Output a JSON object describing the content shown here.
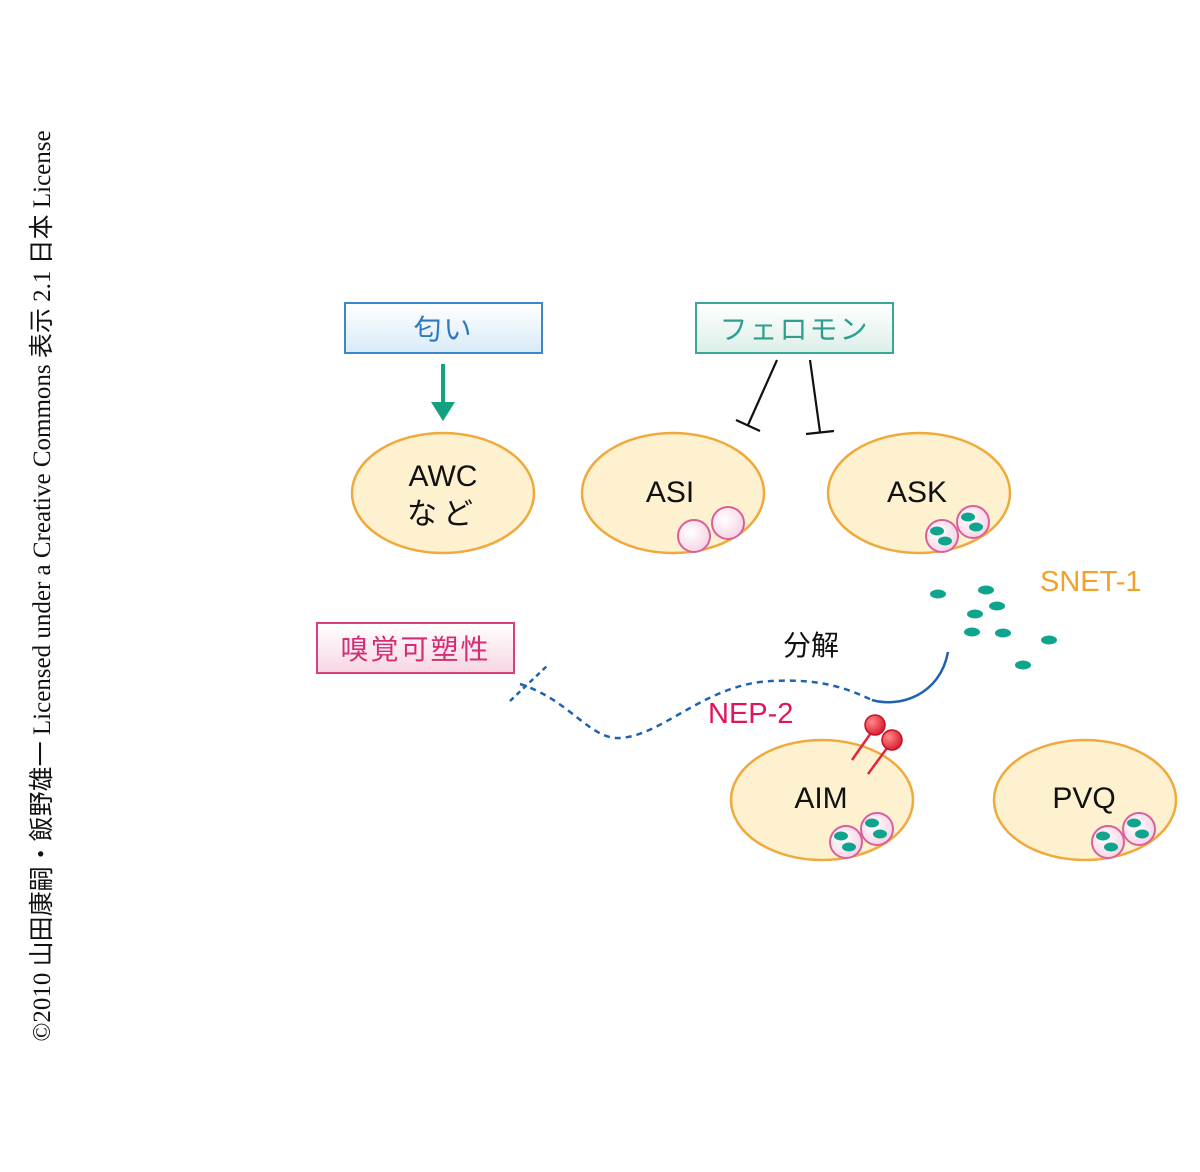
{
  "credit": "©2010 山田康嗣・飯野雄一 Licensed under a Creative Commons 表示 2.1 日本 License",
  "stimuli": {
    "odor": "匂い",
    "pheromone": "フェロモン",
    "plasticity": "嗅覚可塑性"
  },
  "neurons": {
    "awc_line1": "AWC",
    "awc_line2": "など",
    "asi": "ASI",
    "ask": "ASK",
    "aim": "AIM",
    "pvq": "PVQ"
  },
  "molecules": {
    "snet1": "SNET-1",
    "nep2": "NEP-2",
    "degradation": "分解"
  },
  "colors": {
    "cell_fill": "#fdf1cf",
    "cell_stroke": "#f0a93c",
    "vesicle_stroke": "#d9609c",
    "vesicle_fill": "#fbe3ef",
    "peptide": "#0fa48e",
    "arrow_green": "#13a27f",
    "dashed_blue": "#1f63ae",
    "nep2_red": "#e3263f",
    "snet1_orange": "#f2a22a",
    "nep2_label": "#e0155e"
  }
}
